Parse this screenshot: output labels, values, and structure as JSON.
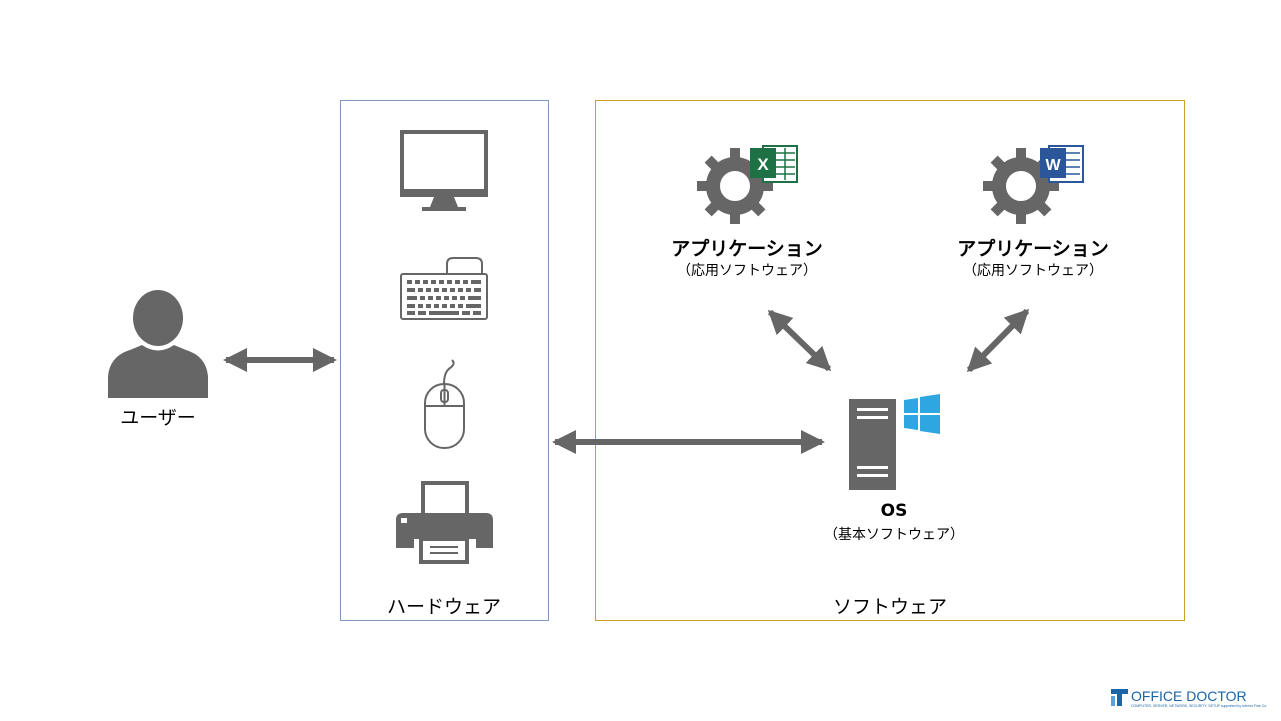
{
  "user": {
    "label": "ユーザー"
  },
  "hardware": {
    "label": "ハードウェア"
  },
  "software": {
    "label": "ソフトウェア",
    "apps": [
      {
        "title": "アプリケーション",
        "subtitle": "（応用ソフトウェア）",
        "badge": "X"
      },
      {
        "title": "アプリケーション",
        "subtitle": "（応用ソフトウェア）",
        "badge": "W"
      }
    ],
    "os": {
      "title": "OS",
      "subtitle": "（基本ソフトウェア）"
    }
  },
  "logo": {
    "name": "OFFICE DOCTOR",
    "tagline": "COMPUTER, SERVER, NETWORK, SECURITY, SETUP supported by Interior Fine Co."
  },
  "colors": {
    "icon": "#666666",
    "hardware_border": "#7f96c0",
    "software_border": "#c9a227",
    "excel": "#1e7145",
    "word": "#2b579a",
    "windows": "#2ea6e0",
    "logo": "#1a64a8"
  }
}
